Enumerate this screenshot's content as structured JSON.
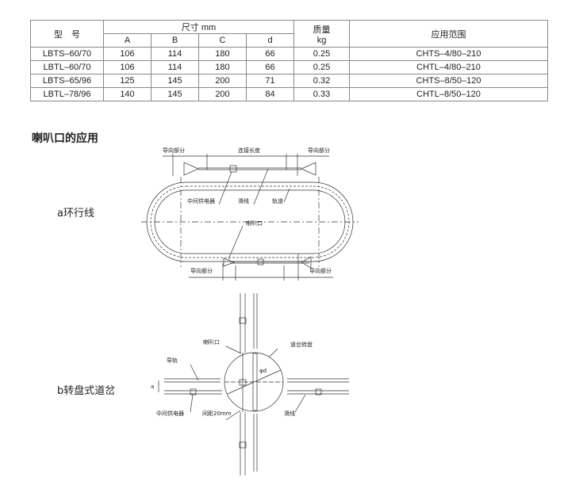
{
  "table": {
    "h_model": "型　号",
    "h_size": "尺寸 mm",
    "h_mass": "质量",
    "h_mass_unit": "kg",
    "h_app": "应用范围",
    "cols": [
      "A",
      "B",
      "C",
      "d"
    ],
    "rows": [
      [
        "LBTS–60/70",
        "106",
        "114",
        "180",
        "66",
        "0.25",
        "CHTS–4/80–210"
      ],
      [
        "LBTL–60/70",
        "106",
        "114",
        "180",
        "66",
        "0.25",
        "CHTL–4/80–210"
      ],
      [
        "LBTS–65/96",
        "125",
        "145",
        "200",
        "71",
        "0.32",
        "CHTS–8/50–120"
      ],
      [
        "LBTL–78/96",
        "140",
        "145",
        "200",
        "84",
        "0.33",
        "CHTL–8/50–120"
      ]
    ]
  },
  "section_title": "喇叭口的应用",
  "diagram_a": {
    "label": "a环行线",
    "guide": "导向部分",
    "connect_len": "连接长度",
    "feeder": "中间供电器",
    "slide": "滑线",
    "track": "轨道",
    "horn": "喇叭口"
  },
  "diagram_b": {
    "label": "b转盘式道岔",
    "horn": "喇叭口",
    "turntable": "道岔转盘",
    "guide_rail": "导轨",
    "a": "a",
    "dia": "φd",
    "feeder": "中间供电器",
    "gap": "间距20mm",
    "slide": "滑线"
  }
}
